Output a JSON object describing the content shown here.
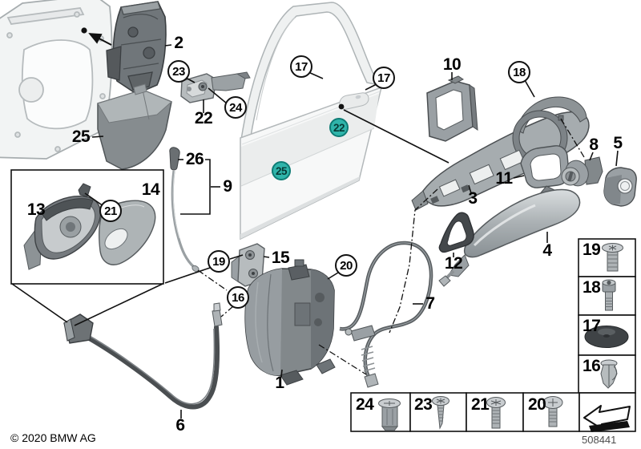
{
  "diagram": {
    "copyright": "© 2020 BMW AG",
    "document_number": "508441"
  },
  "part_labels": {
    "p1": "1",
    "p2": "2",
    "p3": "3",
    "p4": "4",
    "p5": "5",
    "p6": "6",
    "p7": "7",
    "p8": "8",
    "p9": "9",
    "p10": "10",
    "p11": "11",
    "p12": "12",
    "p13": "13",
    "p14": "14",
    "p15": "15",
    "p22": "22",
    "p25": "25",
    "p26": "26"
  },
  "callouts": {
    "c16": "16",
    "c17a": "17",
    "c17b": "17",
    "c18": "18",
    "c19": "19",
    "c20": "20",
    "c21": "21",
    "c23": "23",
    "c24": "24"
  },
  "highlighted_callouts": {
    "h22": "22",
    "h25": "25"
  },
  "legend_column": [
    {
      "num": "19",
      "icon": "countersunk-screw-icon"
    },
    {
      "num": "18",
      "icon": "cap-screw-icon"
    },
    {
      "num": "17",
      "icon": "dome-plug-icon"
    },
    {
      "num": "16",
      "icon": "expanding-rivet-icon"
    }
  ],
  "legend_row": [
    {
      "num": "24",
      "icon": "expanding-nut-icon"
    },
    {
      "num": "23",
      "icon": "tapping-screw-icon"
    },
    {
      "num": "21",
      "icon": "round-head-screw-icon"
    },
    {
      "num": "20",
      "icon": "pan-head-screw-icon"
    }
  ],
  "colors": {
    "highlight_fill": "#2fb4aa",
    "highlight_border": "#0e7c75",
    "highlight_text": "#063a36"
  }
}
